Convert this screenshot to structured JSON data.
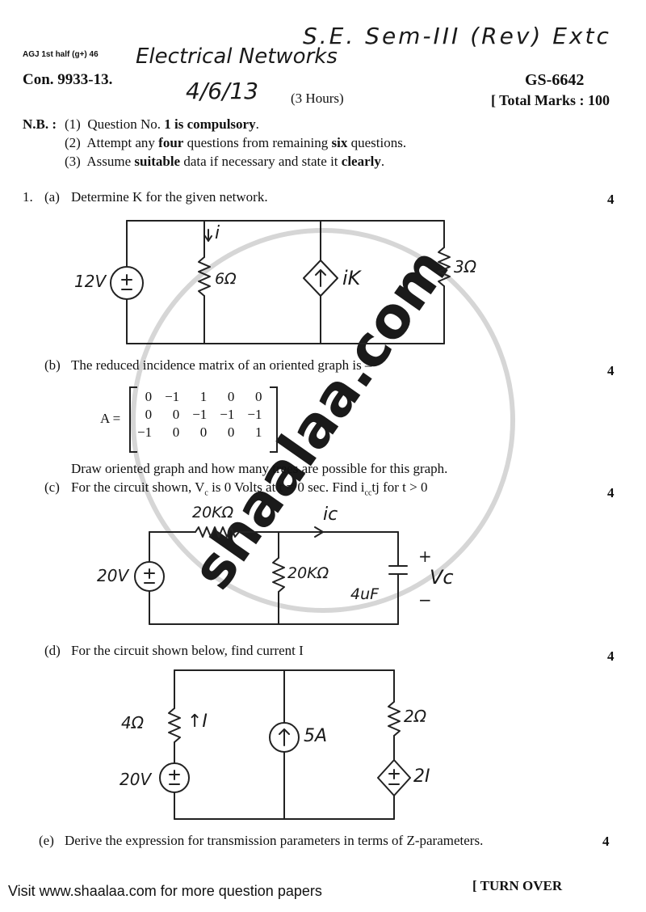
{
  "header": {
    "handwritten_title": "S.E. Sem-III (Rev) Extc",
    "handwritten_subject": "Electrical Networks",
    "handwritten_date": "4/6/13",
    "code_small": "AGJ 1st half (g+) 46",
    "con_number": "Con. 9933-13.",
    "paper_code": "GS-6642",
    "duration": "(3 Hours)",
    "total_marks": "[ Total Marks : 100"
  },
  "notes": {
    "label": "N.B. :",
    "n1_num": "(1)",
    "n1_a": "Question No.",
    "n1_b": "1 is compulsory",
    "n1_c": ".",
    "n2_num": "(2)",
    "n2_a": "Attempt any",
    "n2_b": "four",
    "n2_c": "questions from remaining",
    "n2_d": "six",
    "n2_e": "questions.",
    "n3_num": "(3)",
    "n3_a": "Assume",
    "n3_b": "suitable",
    "n3_c": "data if necessary and state it",
    "n3_d": "clearly",
    "n3_e": "."
  },
  "questions": {
    "q1_num": "1.",
    "a_label": "(a)",
    "a_text": "Determine K for the given network.",
    "a_marks": "4",
    "b_label": "(b)",
    "b_text": "The reduced incidence matrix of an oriented graph is –",
    "b_marks": "4",
    "b_matrix_label": "A =",
    "b_matrix": [
      [
        "0",
        "−1",
        "1",
        "0",
        "0"
      ],
      [
        "0",
        "0",
        "−1",
        "−1",
        "−1"
      ],
      [
        "−1",
        "0",
        "0",
        "0",
        "1"
      ]
    ],
    "b_after": "Draw oriented graph and how many trees are possible for this graph.",
    "c_label": "(c)",
    "c_text": "For the circuit shown, V",
    "c_sub1": "c",
    "c_text2": " is 0 Volts at t = 0 sec. Find i",
    "c_sub2": "cc",
    "c_text3": "tj for t > 0",
    "c_marks": "4",
    "d_label": "(d)",
    "d_text": "For the circuit shown below, find current I",
    "d_marks": "4",
    "e_label": "(e)",
    "e_text": "Derive the expression for transmission parameters in terms of Z-parameters.",
    "e_marks": "4"
  },
  "circuit_a": {
    "source": "12V",
    "current": "i",
    "r1": "6Ω",
    "dep": "iK",
    "r2": "3Ω"
  },
  "circuit_c": {
    "r_series": "20KΩ",
    "current": "ic",
    "source": "20V",
    "r_shunt": "20KΩ",
    "cap": "4uF",
    "plus": "+",
    "minus": "−",
    "vc": "Vc"
  },
  "circuit_d": {
    "r1": "4Ω",
    "i": "↑I",
    "source": "20V",
    "cs": "5A",
    "r2": "2Ω",
    "dep": "2I"
  },
  "watermark": "shaalaa.com",
  "footer": {
    "visit": "Visit www.shaalaa.com for more question papers",
    "turn_over": "[ TURN OVER"
  }
}
